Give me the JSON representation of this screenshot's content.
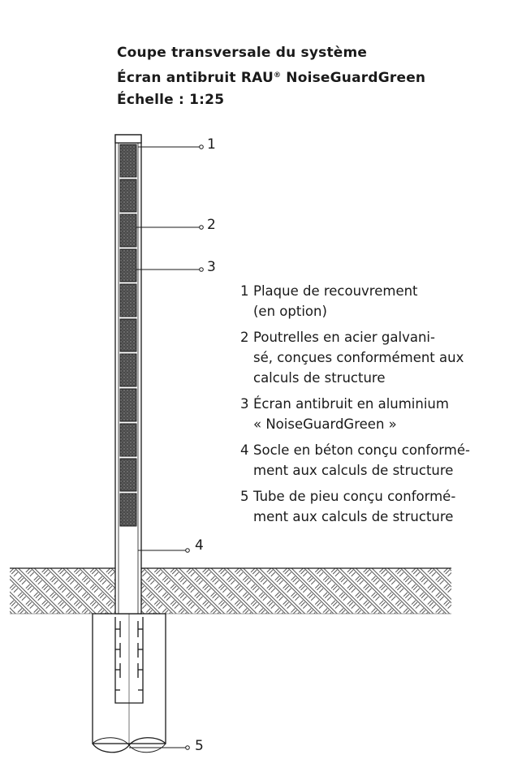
{
  "title": {
    "line1": "Coupe transversale du système",
    "line2_before": "Écran antibruit RAU",
    "line2_sup": "®",
    "line2_after": " NoiseGuardGreen",
    "line3": "Échelle : 1:25"
  },
  "callouts": [
    "1",
    "2",
    "3",
    "4",
    "5"
  ],
  "legend": [
    {
      "num": "1",
      "text": "Plaque de recouvrement\n(en option)"
    },
    {
      "num": "2",
      "text": "Poutrelles en acier galvani-\nsé, conçues conformément aux\ncalculs de structure"
    },
    {
      "num": "3",
      "text": "Écran antibruit en aluminium\n« NoiseGuardGreen »"
    },
    {
      "num": "4",
      "text": "Socle en béton conçu conformé-\nment aux calculs de structure"
    },
    {
      "num": "5",
      "text": "Tube de pieu conçu conformé-\nment aux calculs de structure"
    }
  ],
  "colors": {
    "line": "#1a1a1a",
    "panel": "#3a3a3a",
    "hatch": "#555555"
  }
}
